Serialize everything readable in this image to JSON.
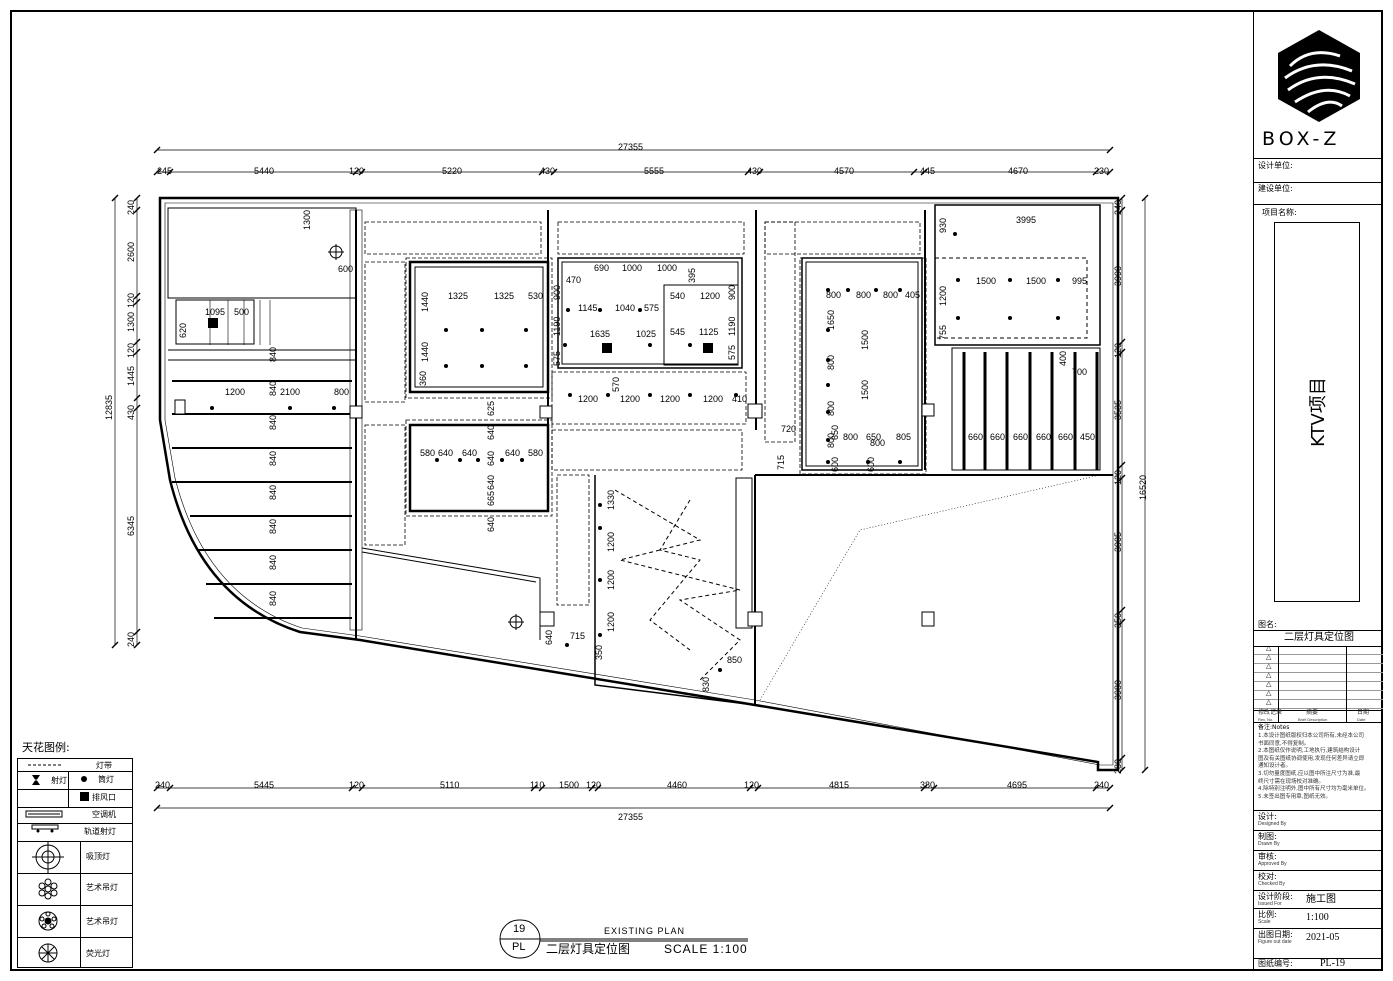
{
  "drawing": {
    "overall_width_top": "27355",
    "overall_width_bottom": "27355",
    "top_dims": [
      "245",
      "5440",
      "120",
      "5220",
      "430",
      "5555",
      "430",
      "4570",
      "445",
      "4670",
      "230"
    ],
    "bottom_dims": [
      "240",
      "5445",
      "120",
      "5110",
      "110",
      "1500",
      "120",
      "4460",
      "120",
      "4815",
      "380",
      "4695",
      "240"
    ],
    "left_dims": [
      "240",
      "2600",
      "120",
      "1300",
      "120",
      "1445",
      "430",
      "6345",
      "240"
    ],
    "left_total": "12835",
    "right_dims": [
      "240",
      "3990",
      "120",
      "3535",
      "120",
      "3905",
      "350",
      "3980",
      "280"
    ],
    "right_total": "16520",
    "inner_dims": [
      "1300",
      "600",
      "1095",
      "500",
      "620",
      "840",
      "840",
      "840",
      "840",
      "840",
      "840",
      "840",
      "840",
      "1200",
      "2100",
      "800",
      "1325",
      "1325",
      "530",
      "1440",
      "1440",
      "360",
      "690",
      "1000",
      "1000",
      "395",
      "470",
      "900",
      "1145",
      "1040",
      "575",
      "540",
      "1200",
      "900",
      "1635",
      "1025",
      "545",
      "1125",
      "1190",
      "1190",
      "575",
      "575",
      "570",
      "1200",
      "1200",
      "1200",
      "1200",
      "410",
      "625",
      "640",
      "640",
      "640",
      "580",
      "640",
      "640",
      "640",
      "580",
      "665",
      "640",
      "800",
      "800",
      "800",
      "405",
      "1650",
      "800",
      "1500",
      "800",
      "1500",
      "800",
      "650",
      "800",
      "650",
      "800",
      "805",
      "600",
      "600",
      "3995",
      "930",
      "1500",
      "1500",
      "995",
      "1200",
      "755",
      "400",
      "700",
      "660",
      "660",
      "660",
      "660",
      "660",
      "450",
      "720",
      "715",
      "1330",
      "1200",
      "1200",
      "1200",
      "640",
      "715",
      "350",
      "850",
      "830"
    ]
  },
  "legend": {
    "title": "天花图例:",
    "items": [
      {
        "label": "灯带",
        "icon": "dashed-line-icon"
      },
      {
        "label": "射灯",
        "icon": "spotlight-icon"
      },
      {
        "label": "筒灯",
        "icon": "downlight-icon"
      },
      {
        "label": "排风口",
        "icon": "exhaust-vent-icon"
      },
      {
        "label": "空调机",
        "icon": "ac-unit-icon"
      },
      {
        "label": "轨道射灯",
        "icon": "track-light-icon"
      },
      {
        "label": "吸顶灯",
        "icon": "ceiling-light-icon"
      },
      {
        "label": "艺术吊灯",
        "icon": "art-pendant-icon"
      },
      {
        "label": "艺术吊灯",
        "icon": "art-pendant-2-icon"
      },
      {
        "label": "荧光灯",
        "icon": "fluorescent-light-icon"
      }
    ]
  },
  "caption": {
    "number": "19",
    "code": "PL",
    "subtitle": "EXISTING PLAN",
    "title": "二层灯具定位图",
    "scale": "SCALE 1:100"
  },
  "title_block": {
    "logo": "BOX-Z",
    "design_unit": "设计单位:",
    "construction_unit": "建设单位:",
    "project_name_label": "项目名称:",
    "project_name": "KTV项目",
    "drawing_name_label": "图名:",
    "drawing_name": "二层灯具定位图",
    "revision_marks": [
      "△",
      "△",
      "△",
      "△",
      "△",
      "△",
      "△"
    ],
    "revision_cols": [
      {
        "cn": "修改记录",
        "en": "Rev. No."
      },
      {
        "cn": "摘要",
        "en": "Brief Description"
      },
      {
        "cn": "日期",
        "en": "Date"
      }
    ],
    "notes_title": "备注:Notes",
    "notes": [
      "1.本设计图纸版权归本公司所有,未经本公司",
      "书面同意,不得复制。",
      "2.本图纸仅作说明,工地执行,建筑结构设计",
      "图及有关图纸协调使用,发现任何差异请立即",
      "通知设计者。",
      "3.切勿量度图纸,应以图中所注尺寸为准,最",
      "终尺寸需在现场校对准确。",
      "4.除特别注明外,图中所有尺寸均为毫米单位。",
      "5.未签出图专用章,图纸无效。"
    ],
    "fields": [
      {
        "cn": "设计:",
        "en": "Designed By",
        "value": ""
      },
      {
        "cn": "制图:",
        "en": "Drawn By",
        "value": ""
      },
      {
        "cn": "审核:",
        "en": "Approved By",
        "value": ""
      },
      {
        "cn": "校对:",
        "en": "Checked By",
        "value": ""
      },
      {
        "cn": "设计阶段:",
        "en": "Issued For",
        "value": "施工图"
      },
      {
        "cn": "比例:",
        "en": "Scale",
        "value": "1:100"
      },
      {
        "cn": "出图日期:",
        "en": "Figure out date",
        "value": "2021-05"
      }
    ],
    "sheet_no_label": "图纸编号:",
    "sheet_no": "PL-19"
  }
}
